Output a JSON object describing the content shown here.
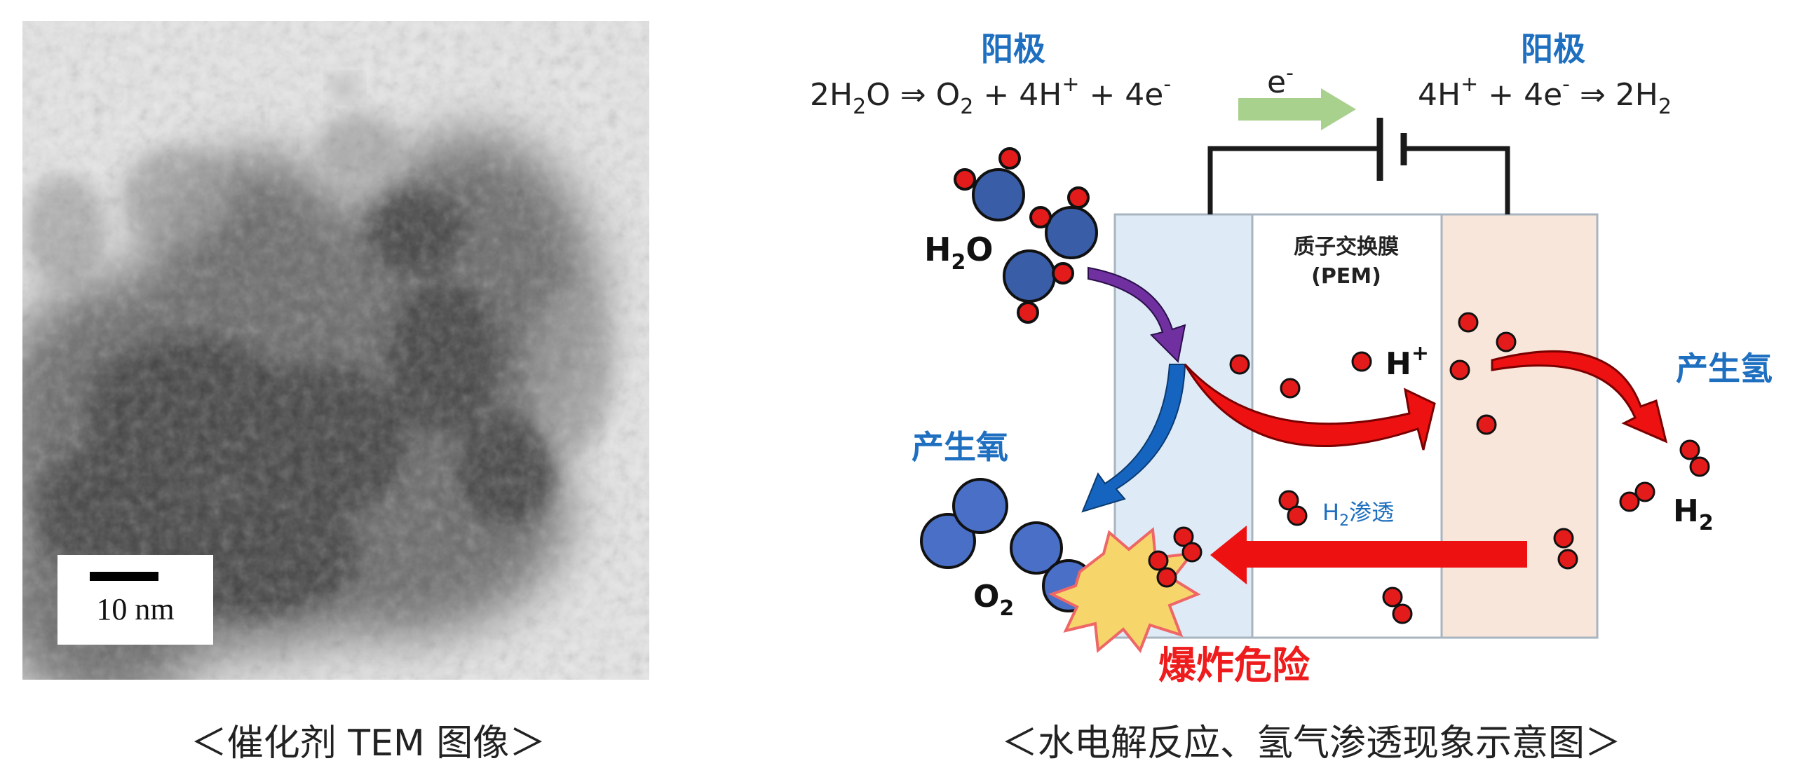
{
  "tem": {
    "scale_label": "10 nm",
    "caption": "＜催化剂 TEM 图像＞"
  },
  "diagram": {
    "anode_title": "阳极",
    "cathode_title": "阳极",
    "anode_equation": {
      "a": "2H",
      "b": "2",
      "c": "O ⇒ O",
      "d": "2",
      "e": " + 4H",
      "f": "+",
      "g": " + 4e",
      "h": "-"
    },
    "cathode_equation": {
      "a": "4H",
      "b": "+",
      "c": " + 4e",
      "d": "-",
      "e": " ⇒ 2H",
      "f": "2"
    },
    "electron": {
      "base": "e",
      "sup": "-"
    },
    "membrane_label_1": "质子交换膜",
    "membrane_label_2": "(PEM)",
    "h2o": {
      "a": "H",
      "b": "2",
      "c": "O"
    },
    "proton": {
      "base": "H",
      "sup": "+"
    },
    "oxygen_gen": "产生氧",
    "hydrogen_gen": "产生氢",
    "o2": {
      "base": "O",
      "sub": "2"
    },
    "h2": {
      "base": "H",
      "sub": "2"
    },
    "permeation": {
      "base": "H",
      "sub": "2",
      "rest": "渗透"
    },
    "explosion": "爆炸危险",
    "caption": "＜水电解反应、氢气渗透现象示意图＞",
    "colors": {
      "anode_fill": "#deeaf6",
      "cathode_fill": "#f8e6da",
      "title_blue": "#1e6fc0",
      "arrow_red": "#ee1111",
      "atom_blue": "#3a5da8",
      "atom_red": "#e41b1b",
      "electron_arrow": "#a9d18e",
      "explosion_fill": "#f6d66a",
      "explosion_text": "#ee1c1c"
    }
  }
}
